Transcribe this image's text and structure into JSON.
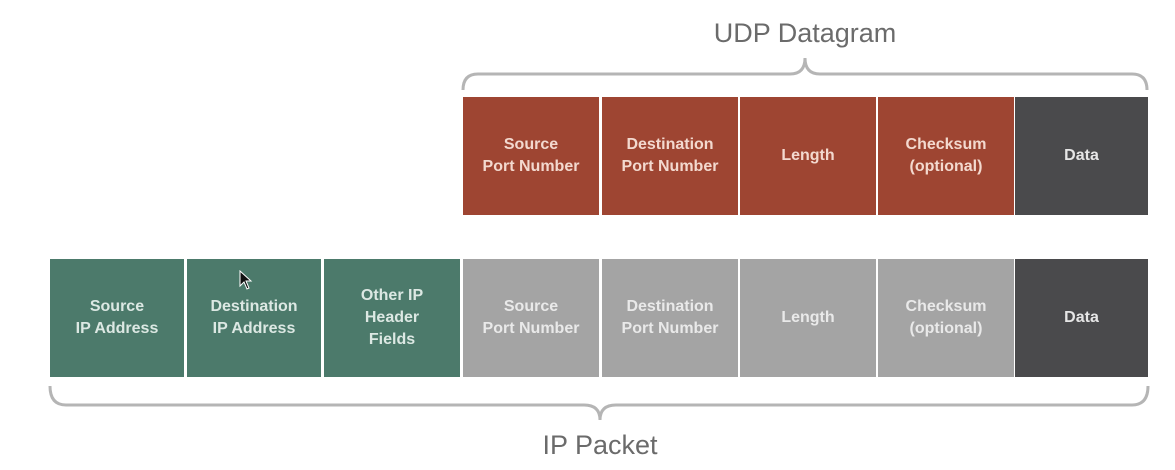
{
  "diagram": {
    "udp_datagram_label": "UDP Datagram",
    "ip_packet_label": "IP Packet",
    "colors": {
      "udp_header": "#9e4532",
      "ip_header": "#4c7a6b",
      "encapsulated_udp": "#a4a4a4",
      "data": "#4a4a4c",
      "brace": "#b5b5b5",
      "label_text": "#6b6b6b"
    },
    "udp_row": [
      {
        "label": "Source\nPort Number",
        "kind": "udp-header"
      },
      {
        "label": "Destination\nPort Number",
        "kind": "udp-header"
      },
      {
        "label": "Length",
        "kind": "udp-header"
      },
      {
        "label": "Checksum\n(optional)",
        "kind": "udp-header"
      },
      {
        "label": "Data",
        "kind": "data"
      }
    ],
    "ip_row": [
      {
        "label": "Source\nIP Address",
        "kind": "ip-header"
      },
      {
        "label": "Destination\nIP Address",
        "kind": "ip-header"
      },
      {
        "label": "Other IP\nHeader\nFields",
        "kind": "ip-header"
      },
      {
        "label": "Source\nPort Number",
        "kind": "encapsulated-udp"
      },
      {
        "label": "Destination\nPort Number",
        "kind": "encapsulated-udp"
      },
      {
        "label": "Length",
        "kind": "encapsulated-udp"
      },
      {
        "label": "Checksum\n(optional)",
        "kind": "encapsulated-udp"
      },
      {
        "label": "Data",
        "kind": "data"
      }
    ]
  }
}
